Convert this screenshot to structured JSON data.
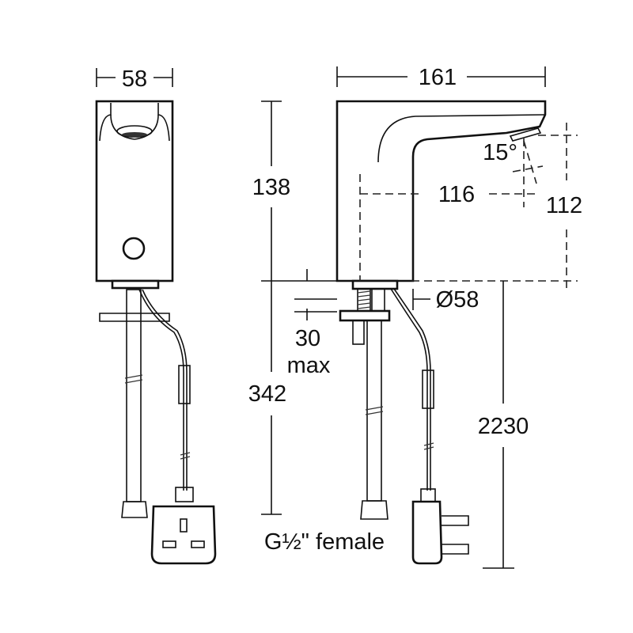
{
  "drawing": {
    "front_view": {
      "width_label": "58"
    },
    "side_view": {
      "length_label": "161",
      "height_label": "138",
      "spout_height_label": "116",
      "angle_label": "15°",
      "sensor_height_label": "112",
      "base_diameter_label": "Ø58",
      "deck_thickness_value": "30",
      "deck_thickness_suffix": "max",
      "hose_length_label": "342",
      "cable_length_label": "2230",
      "connection_label": "G½\" female"
    }
  }
}
